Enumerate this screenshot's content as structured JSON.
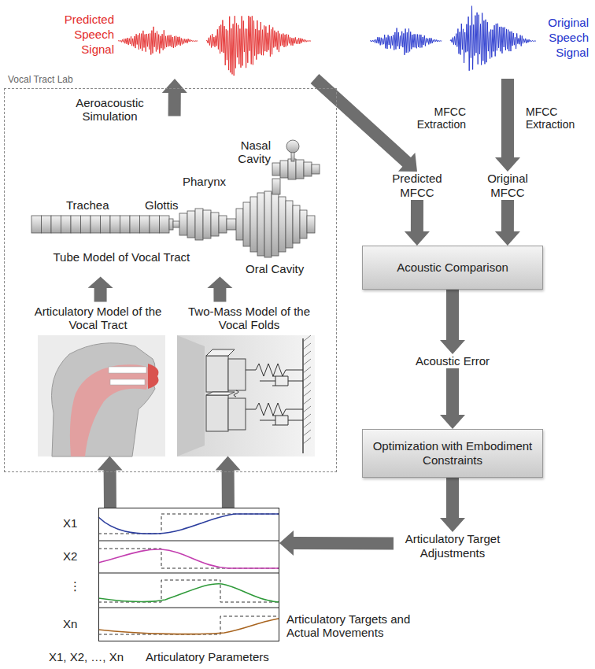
{
  "diagram": {
    "nodes": [
      {
        "text": [
          "Vocal Tract Lab"
        ]
      },
      {
        "text": [
          "Aeroacoustic Simulation",
          "Tube Model of Vocal Tract"
        ],
        "in": 0
      },
      {
        "text": [
          "Articulatory Model of the Vocal Tract"
        ],
        "in": 0
      },
      {
        "text": [
          "Two-Mass Model of the Vocal Folds"
        ],
        "in": 0
      },
      {
        "text": [
          "Predicted Speech Signal"
        ]
      },
      {
        "text": [
          "Original Speech Signal"
        ]
      },
      {
        "text": [
          "Predicted MFCC"
        ]
      },
      {
        "text": [
          "Original MFCC"
        ]
      },
      {
        "text": [
          "Acoustic Comparison"
        ]
      },
      {
        "text": [
          "Acoustic Error"
        ]
      },
      {
        "text": [
          "Optimization with Embodiment Constraints"
        ]
      },
      {
        "text": [
          "Articulatory Target Adjustments"
        ]
      },
      {
        "text": [
          "Articulatory Targets and Actual Movements"
        ]
      }
    ],
    "edges": [
      {
        "from": 12,
        "to": 2,
        "arrow": "to"
      },
      {
        "from": 12,
        "to": 3,
        "arrow": "to"
      },
      {
        "from": 2,
        "to": 1,
        "arrow": "to"
      },
      {
        "from": 3,
        "to": 1,
        "arrow": "to"
      },
      {
        "from": 1,
        "to": 4,
        "arrow": "to"
      },
      {
        "from": 4,
        "to": 6,
        "label": "MFCC Extraction",
        "arrow": "to"
      },
      {
        "from": 5,
        "to": 7,
        "label": "MFCC Extraction",
        "arrow": "to"
      },
      {
        "from": 6,
        "to": 8,
        "arrow": "to"
      },
      {
        "from": 7,
        "to": 8,
        "arrow": "to"
      },
      {
        "from": 8,
        "to": 9,
        "arrow": "to"
      },
      {
        "from": 9,
        "to": 10,
        "arrow": "to"
      },
      {
        "from": 10,
        "to": 11,
        "arrow": "to"
      },
      {
        "from": 11,
        "to": 12,
        "arrow": "to"
      }
    ],
    "labels": [
      "Trachea",
      "Glottis",
      "Pharynx",
      "Nasal Cavity",
      "Oral Cavity",
      "X1",
      "X2",
      "⋮",
      "Xn",
      "X1, X2, …, Xn",
      "Articulatory Parameters"
    ]
  }
}
